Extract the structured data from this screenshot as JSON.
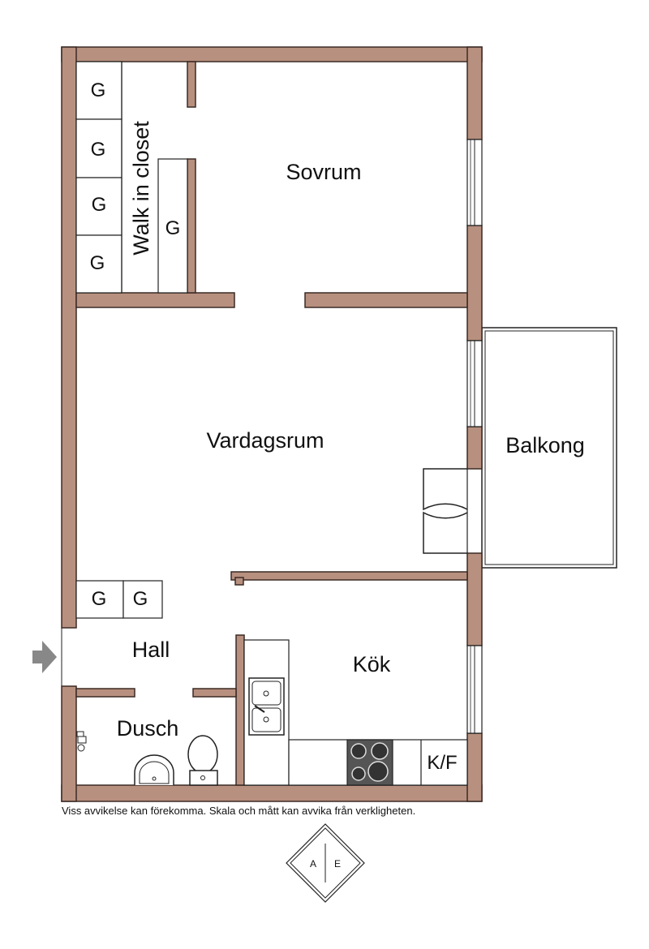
{
  "rooms": {
    "sovrum": "Sovrum",
    "vardagsrum": "Vardagsrum",
    "balkong": "Balkong",
    "hall": "Hall",
    "kok": "Kök",
    "dusch": "Dusch",
    "walk_in_closet": "Walk in closet"
  },
  "fixtures": {
    "wardrobe": "G",
    "fridge_freezer": "K/F"
  },
  "disclaimer": "Viss avvikelse kan förekomma. Skala och mått kan avvika från verkligheten.",
  "logo": {
    "left": "A",
    "right": "E"
  },
  "colors": {
    "wall": "#b8907f",
    "stove": "#555555"
  }
}
